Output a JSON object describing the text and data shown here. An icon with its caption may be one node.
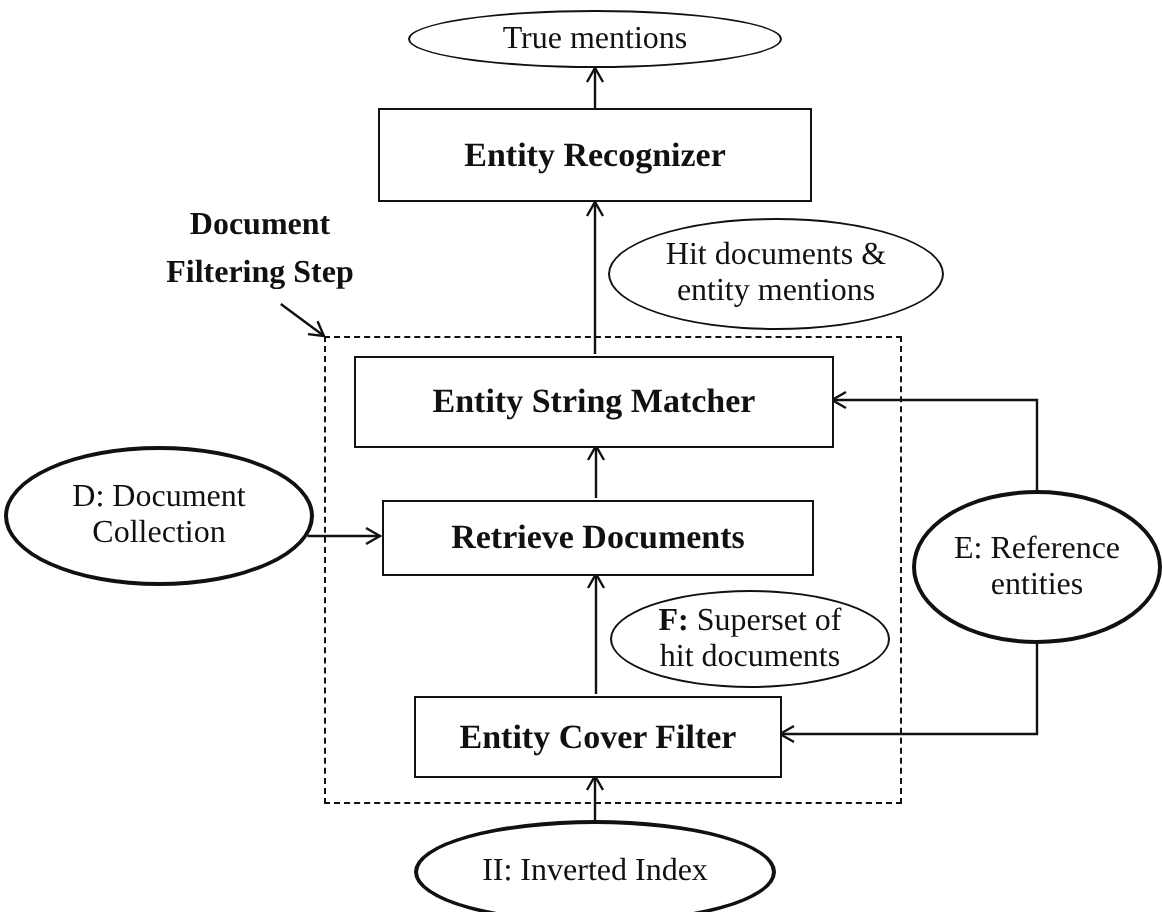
{
  "diagram": {
    "nodes": [
      {
        "text": [
          "True mentions"
        ]
      },
      {
        "text": [
          "Entity Recognizer"
        ]
      },
      {
        "text": [
          "Document Filtering Step"
        ]
      },
      {
        "text": [],
        "shape": "box"
      },
      {
        "text": [
          "Hit documents & entity mentions"
        ]
      },
      {
        "text": [
          "Entity String Matcher"
        ],
        "in": 3
      },
      {
        "text": [
          "D: Document Collection"
        ]
      },
      {
        "text": [
          "Retrieve Documents"
        ],
        "in": 3
      },
      {
        "text": [
          "E: Reference entities"
        ]
      },
      {
        "text": [
          "**F:** Superset of hit documents"
        ],
        "in": 3
      },
      {
        "text": [
          "Entity Cover Filter"
        ],
        "in": 3
      },
      {
        "text": [
          "II: Inverted Index"
        ]
      }
    ],
    "edges": [
      {
        "from": 1,
        "to": 0,
        "arrow": "to"
      },
      {
        "from": 5,
        "to": 1,
        "arrow": "to"
      },
      {
        "from": 2,
        "to": 3,
        "arrow": "to"
      },
      {
        "from": 6,
        "to": 7,
        "arrow": "to"
      },
      {
        "from": 7,
        "to": 5,
        "arrow": "to"
      },
      {
        "from": 8,
        "to": 5,
        "arrow": "to"
      },
      {
        "from": 8,
        "to": 10,
        "arrow": "to"
      },
      {
        "from": 10,
        "to": 7,
        "arrow": "to"
      },
      {
        "from": 11,
        "to": 10,
        "arrow": "to"
      }
    ]
  }
}
